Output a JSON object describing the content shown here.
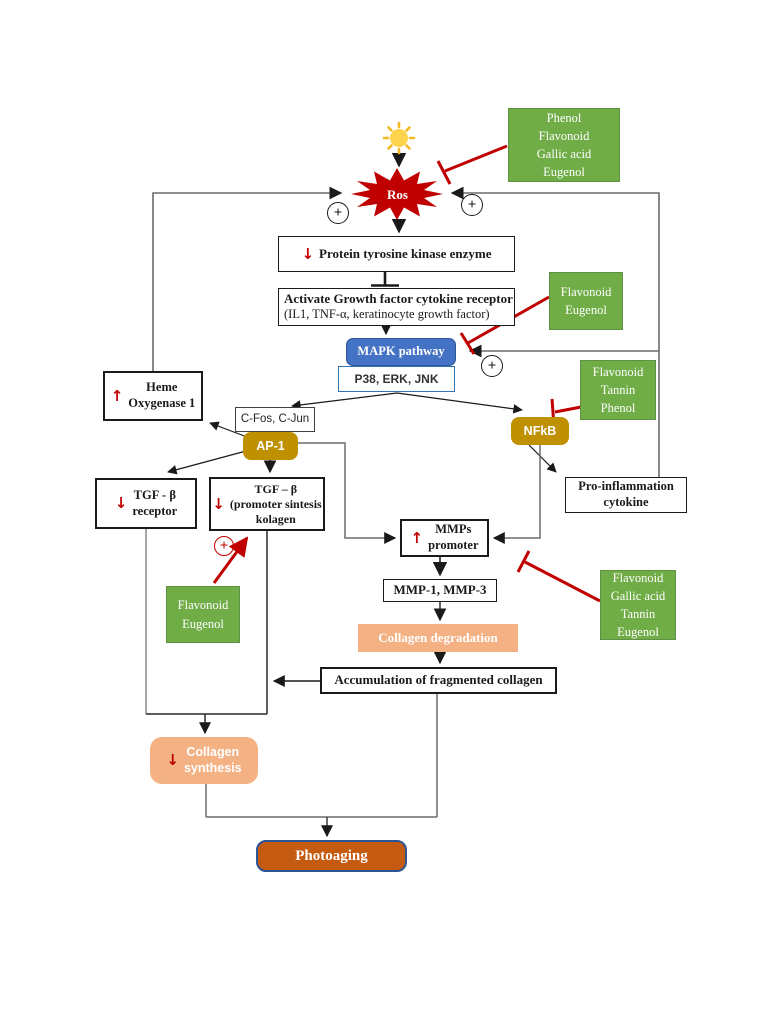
{
  "title": "Photoaging signaling pathway diagram",
  "symbols": {
    "plus": "+",
    "up_arrow": "↑",
    "down_arrow": "↓"
  },
  "colors": {
    "inhibitor_green": "#70AD47",
    "mapk_blue": "#4472C4",
    "transcription_gold": "#BF9000",
    "collagen_peach": "#F4B183",
    "photoaging_orange": "#C55A11",
    "inhibition_red": "#C00000"
  },
  "nodes": {
    "ros": "Ros",
    "phenol_group": "Phenol\nFlavonoid\nGallic acid\nEugenol",
    "ptk": "Protein tyrosine kinase enzyme",
    "agf_line1": "Activate Growth factor cytokine receptor",
    "agf_line2": "(IL1, TNF-α, keratinocyte growth factor)",
    "mapk": "MAPK pathway",
    "p38": "P38, ERK,  JNK",
    "flavonoid_eugenol_mapk": "Flavonoid\nEugenol",
    "heme": "Heme\nOxygenase 1",
    "cfos": "C-Fos, C-Jun",
    "ap1": "AP-1",
    "nfkb": "NFkB",
    "flavonoid_tannin_phenol": "Flavonoid\nTannin\nPhenol",
    "tgf_receptor": "TGF - β\nreceptor",
    "tgf_promoter": "TGF – β\n(promoter sintesis\nkolagen",
    "pro_inflammation": "Pro-inflammation\ncytokine",
    "flavonoid_eugenol_tgf": "Flavonoid\nEugenol",
    "mmps_promoter": "MMPs\npromoter",
    "mmp_1_3": "MMP-1, MMP-3",
    "collagen_degradation": "Collagen degradation",
    "flavonoid_gallic_tannin_eugenol": "Flavonoid\nGallic acid\nTannin\nEugenol",
    "accumulation": "Accumulation of fragmented collagen",
    "collagen_synthesis": "Collagen\nsynthesis",
    "photoaging": "Photoaging"
  }
}
